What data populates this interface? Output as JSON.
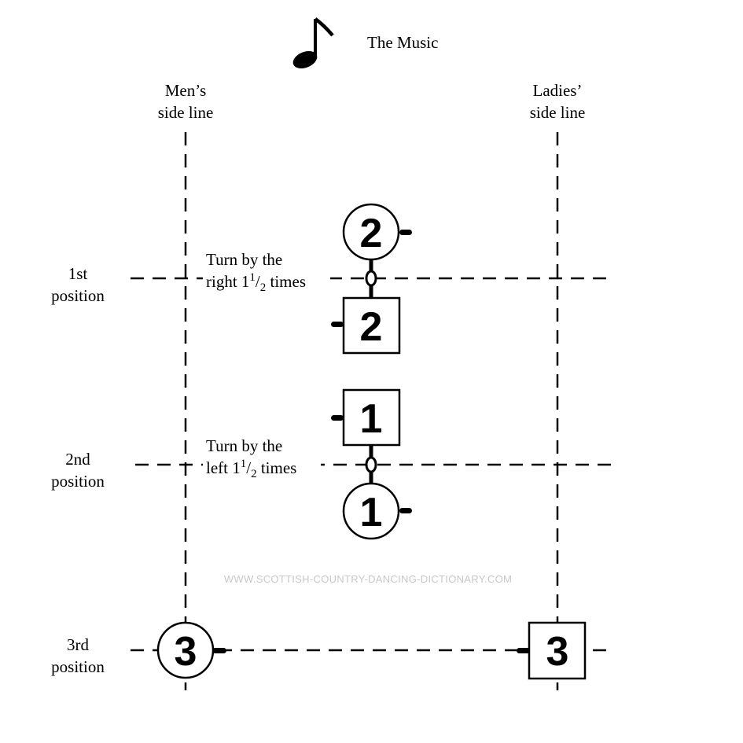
{
  "music": {
    "label": "The Music",
    "icon": "music-note-icon"
  },
  "side_lines": {
    "men": {
      "line1": "Men’s",
      "line2": "side line"
    },
    "ladies": {
      "line1": "Ladies’",
      "line2": "side line"
    }
  },
  "positions": [
    {
      "line1": "1st",
      "line2": "position"
    },
    {
      "line1": "2nd",
      "line2": "position"
    },
    {
      "line1": "3rd",
      "line2": "position"
    }
  ],
  "turns": [
    {
      "line1": "Turn by the",
      "line2_prefix": "right 1",
      "sup": "1",
      "slash": "/",
      "sub": "2",
      "suffix": " times"
    },
    {
      "line1": "Turn by the",
      "line2_prefix": "left 1",
      "sup": "1",
      "slash": "/",
      "sub": "2",
      "suffix": " times"
    }
  ],
  "dancers": {
    "man_2": "2",
    "lady_2": "2",
    "lady_1": "1",
    "man_1": "1",
    "man_3": "3",
    "lady_3": "3"
  },
  "watermark": "WWW.SCOTTISH-COUNTRY-DANCING-DICTIONARY.COM",
  "colors": {
    "ink": "#000000",
    "paper": "#ffffff",
    "watermark": "#c8c8c8"
  }
}
